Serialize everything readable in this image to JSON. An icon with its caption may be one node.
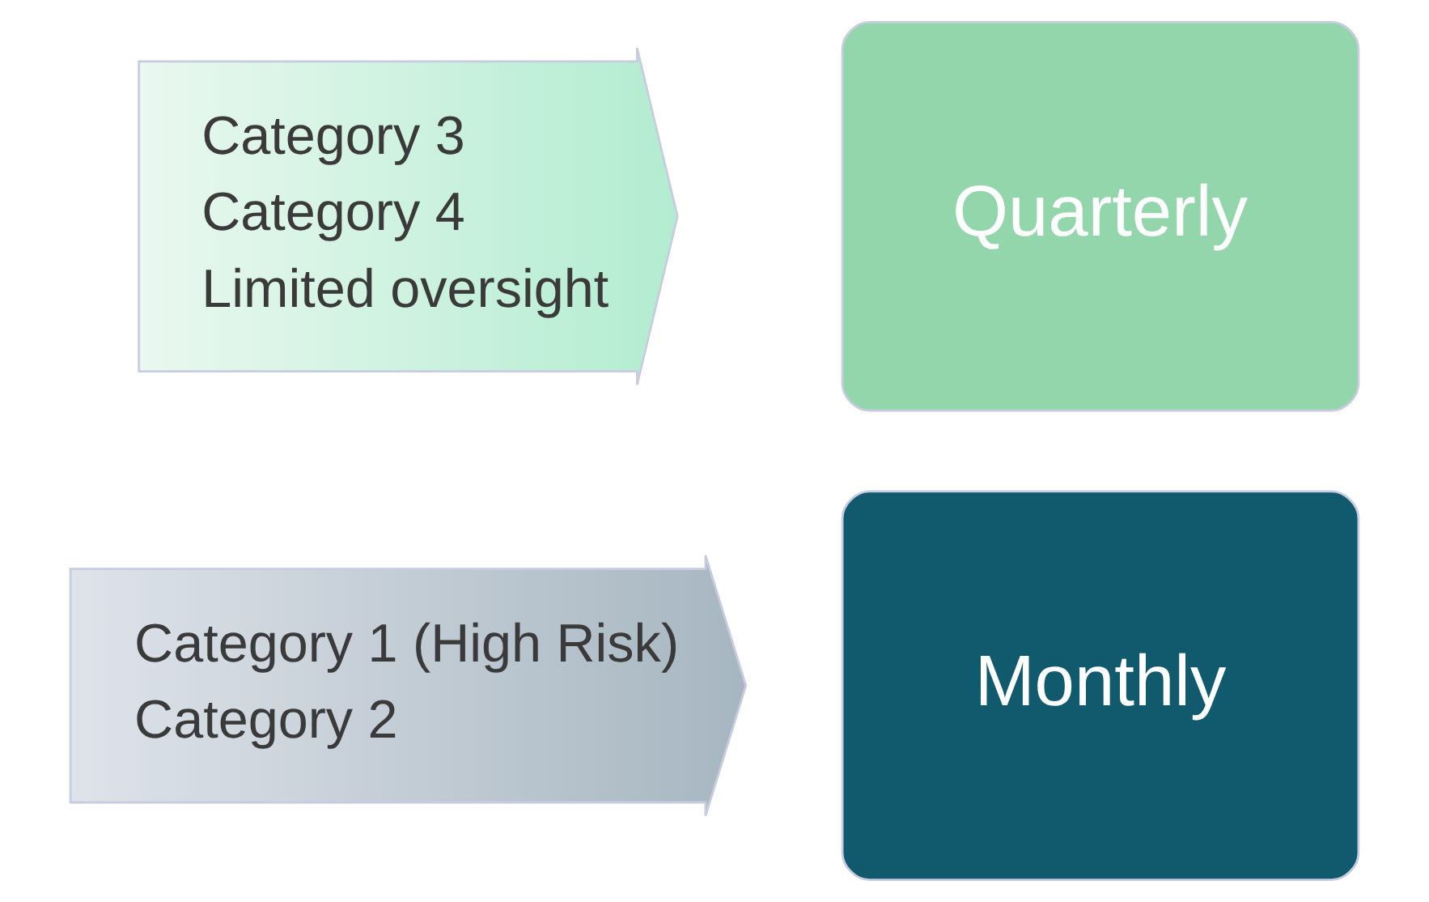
{
  "diagram": {
    "nodes": [
      {
        "text": [
          "Category 1 (High Risk)",
          "Category 2"
        ]
      },
      {
        "text": [
          "Monthly"
        ]
      },
      {
        "text": [
          "Category 3",
          "Category 4",
          "Limited oversight"
        ]
      },
      {
        "text": [
          "Quarterly"
        ]
      }
    ],
    "edges": []
  }
}
